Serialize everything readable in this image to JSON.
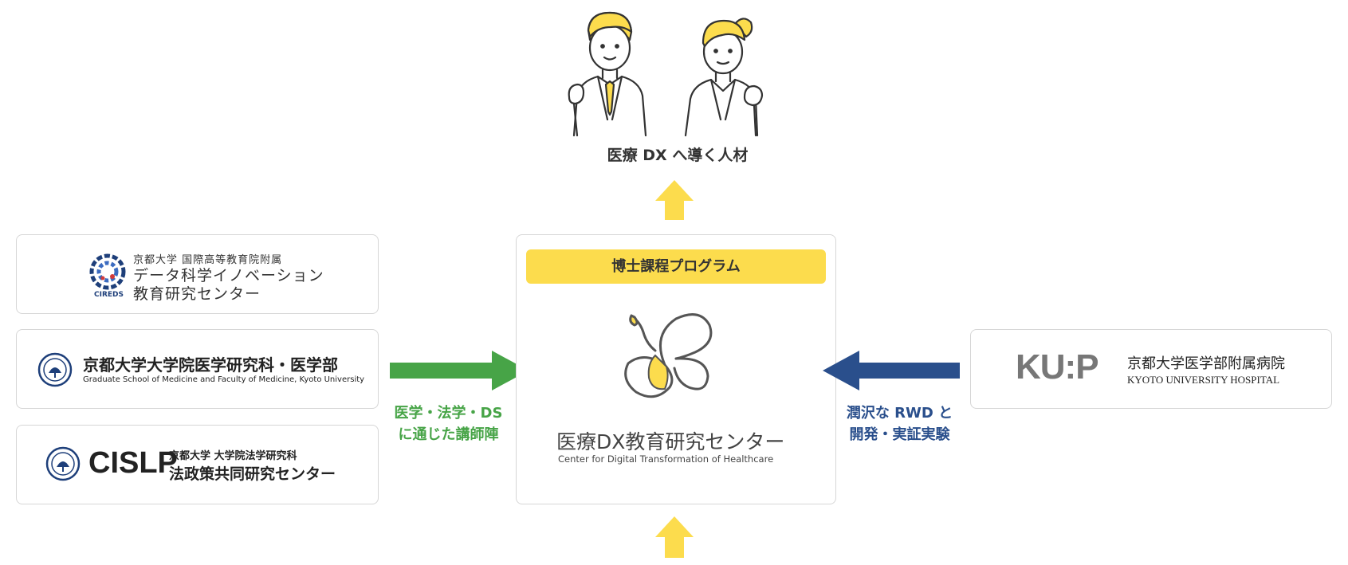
{
  "top": {
    "caption": "医療 DX へ導く人材"
  },
  "cireds": {
    "line1": "京都大学 国際高等教育院附属",
    "line2": "データ科学イノベーション",
    "line3": "教育研究センター",
    "tag": "CIREDS"
  },
  "grad_school": {
    "title": "京都大学大学院医学研究科・医学部",
    "subtitle": "Graduate School of Medicine and Faculty of Medicine, Kyoto University"
  },
  "cislp": {
    "mark": "CISLP",
    "line1": "京都大学 大学院法学研究科",
    "line2": "法政策共同研究センター"
  },
  "center": {
    "program": "博士課程プログラム",
    "title": "医療DX教育研究センター",
    "subtitle": "Center for Digital Transformation of Healthcare"
  },
  "kuhp": {
    "logo": "KU:P",
    "jp": "京都大学医学部附属病院",
    "en": "KYOTO UNIVERSITY HOSPITAL"
  },
  "left_arrow_label": {
    "line1": "医学・法学・DS",
    "line2": "に通じた講師陣"
  },
  "right_arrow_label": {
    "line1": "潤沢な RWD と",
    "line2": "開発・実証実験"
  },
  "colors": {
    "yellow": "#fcdc4d",
    "green": "#47a447",
    "blue": "#2a4f8c"
  }
}
